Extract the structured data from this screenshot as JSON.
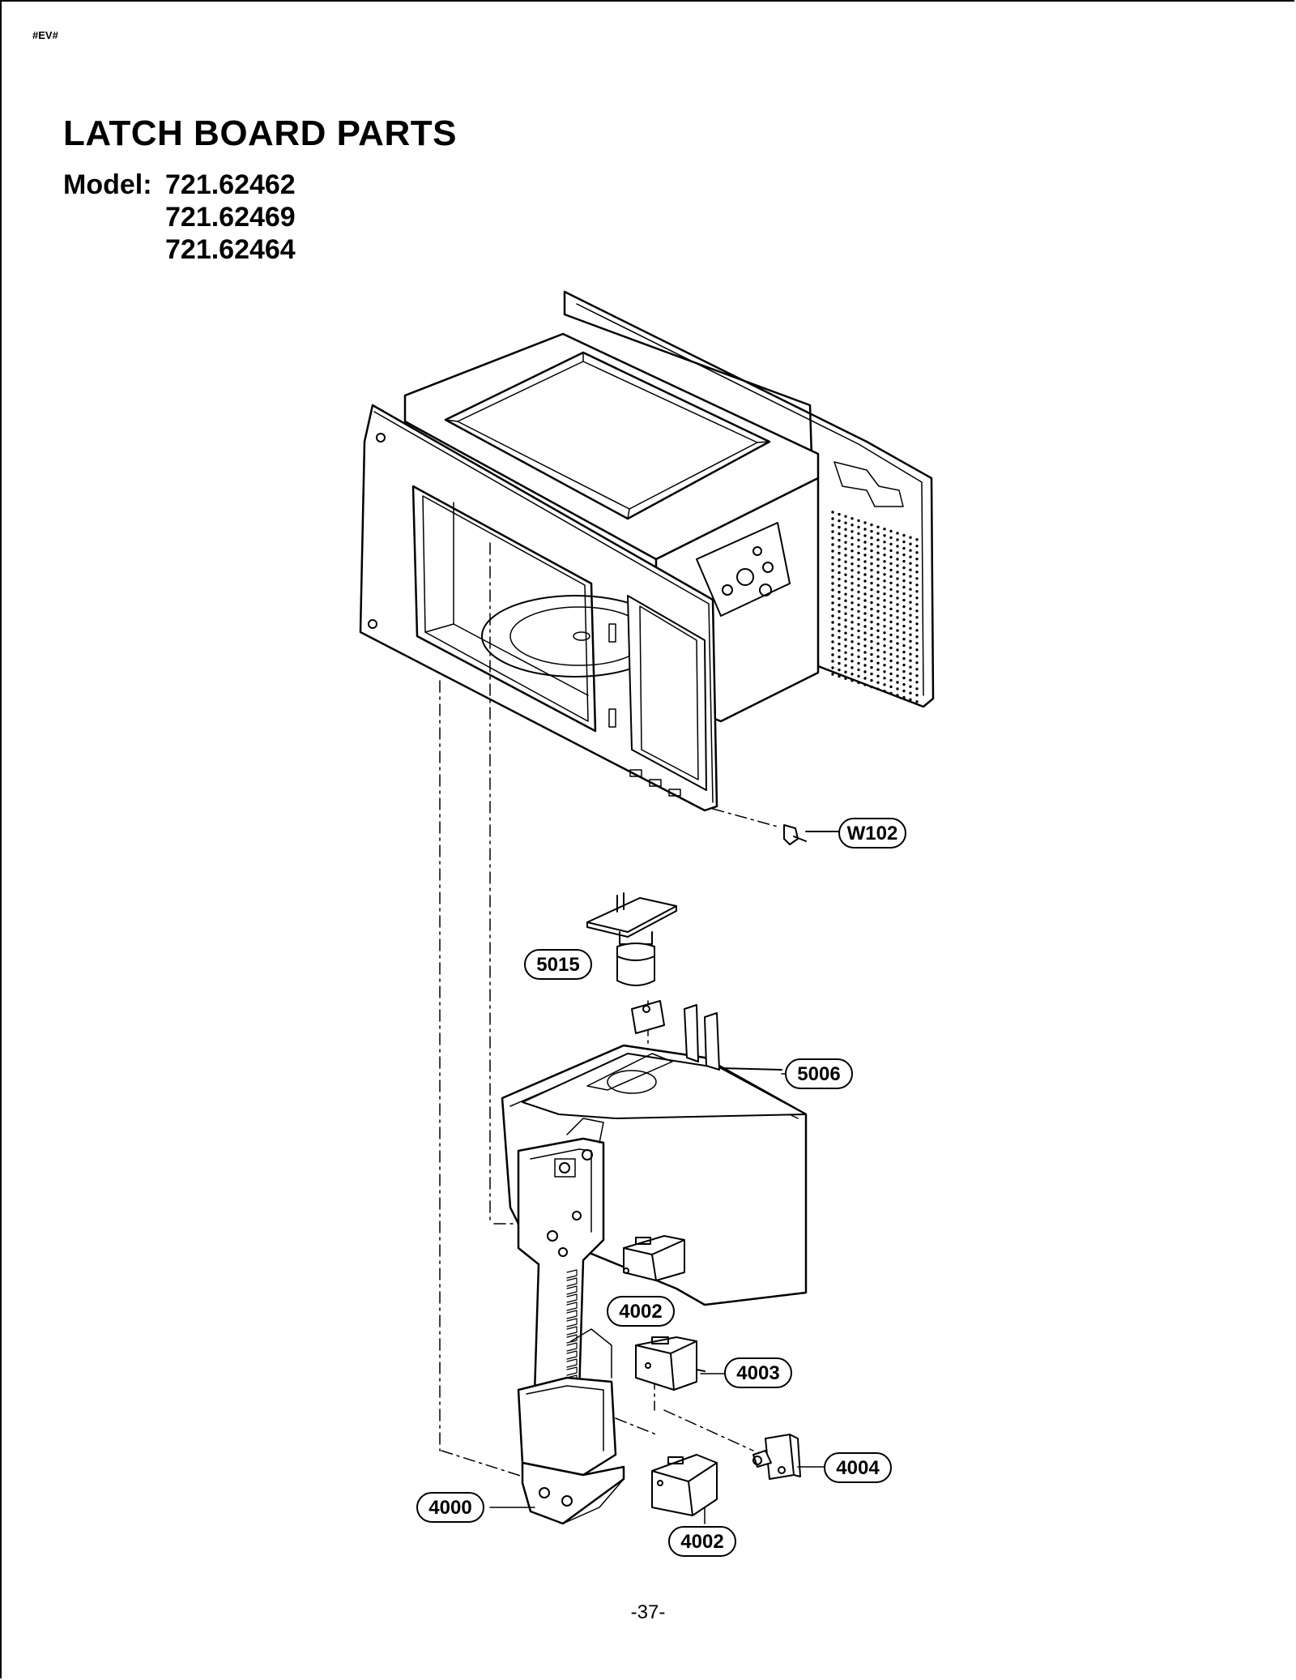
{
  "header": {
    "code": "#EV#",
    "title": "LATCH BOARD PARTS",
    "model_label": "Model:",
    "models": [
      "721.62462",
      "721.62469",
      "721.62464"
    ]
  },
  "callouts": [
    "W102",
    "5015",
    "5006",
    "4002",
    "4003",
    "4004",
    "4000",
    "4002"
  ],
  "footer": {
    "page": "-37-"
  }
}
